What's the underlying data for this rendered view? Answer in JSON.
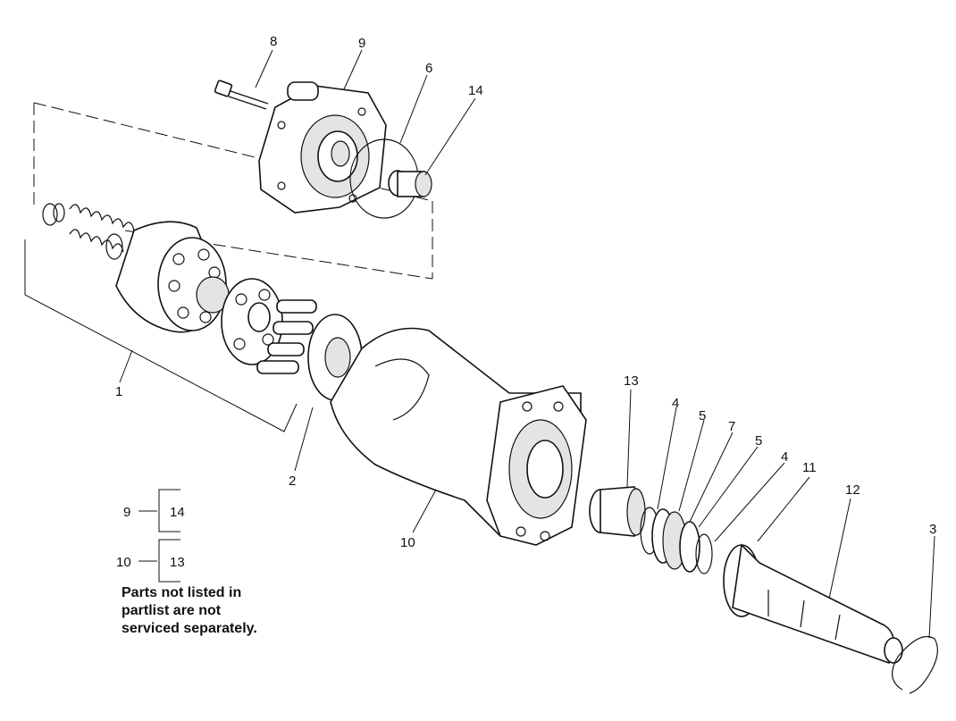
{
  "callouts": {
    "c1": "1",
    "c2": "2",
    "c3": "3",
    "c4a": "4",
    "c4b": "4",
    "c5a": "5",
    "c5b": "5",
    "c6": "6",
    "c7": "7",
    "c8": "8",
    "c9": "9",
    "c10": "10",
    "c11": "11",
    "c12": "12",
    "c13": "13",
    "c14": "14"
  },
  "legend": {
    "row1": {
      "parent": "9",
      "child": "14"
    },
    "row2": {
      "parent": "10",
      "child": "13"
    }
  },
  "note": {
    "line1": "Parts not listed in",
    "line2": "partlist are not",
    "line3": "serviced separately."
  }
}
